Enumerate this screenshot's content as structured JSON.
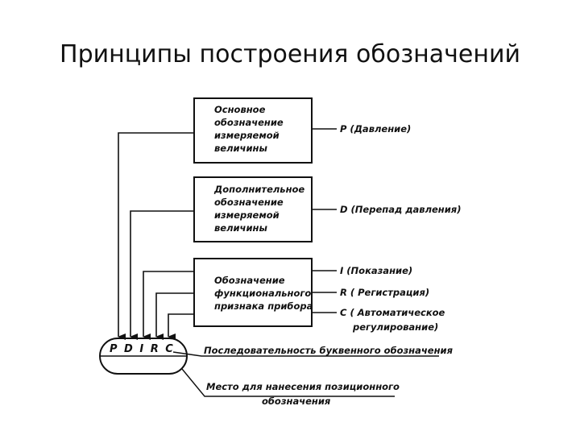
{
  "title": "Принципы построения обозначений",
  "diagram": {
    "box1": [
      "Основное",
      "обозначение",
      "измеряемой",
      "величины"
    ],
    "box2": [
      "Дополнительное",
      "обозначение",
      "измеряемой",
      "величины"
    ],
    "box3": [
      "Обозначение",
      "функционального",
      "признака прибора"
    ],
    "out_p": "P  (Давление)",
    "out_d": "D  (Перепад давления)",
    "out_i": "I  (Показание)",
    "out_r": "R  ( Регистрация)",
    "out_c1": "C  ( Автоматическое",
    "out_c2": "регулирование)",
    "code": "P D I R C",
    "label_seq": "Последовательность буквенного обозначения",
    "label_pos1": "Место для нанесения позиционного",
    "label_pos2": "обозначения"
  }
}
